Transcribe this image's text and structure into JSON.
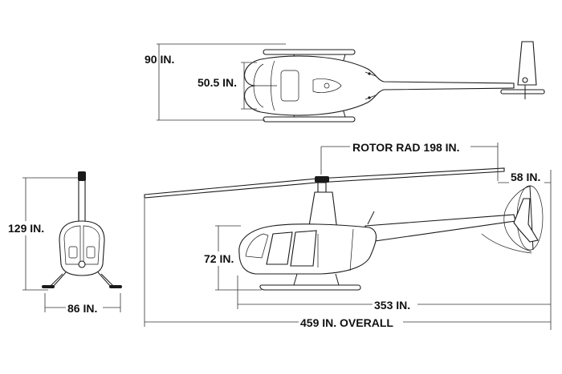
{
  "dimensions": {
    "top_length": "90 IN.",
    "top_width": "50.5 IN.",
    "rotor_radius": "ROTOR RAD 198 IN.",
    "tail_rotor": "58 IN.",
    "front_height": "129 IN.",
    "front_width": "86 IN.",
    "side_height": "72 IN.",
    "fuselage_length": "353 IN.",
    "overall_length": "459 IN. OVERALL"
  }
}
